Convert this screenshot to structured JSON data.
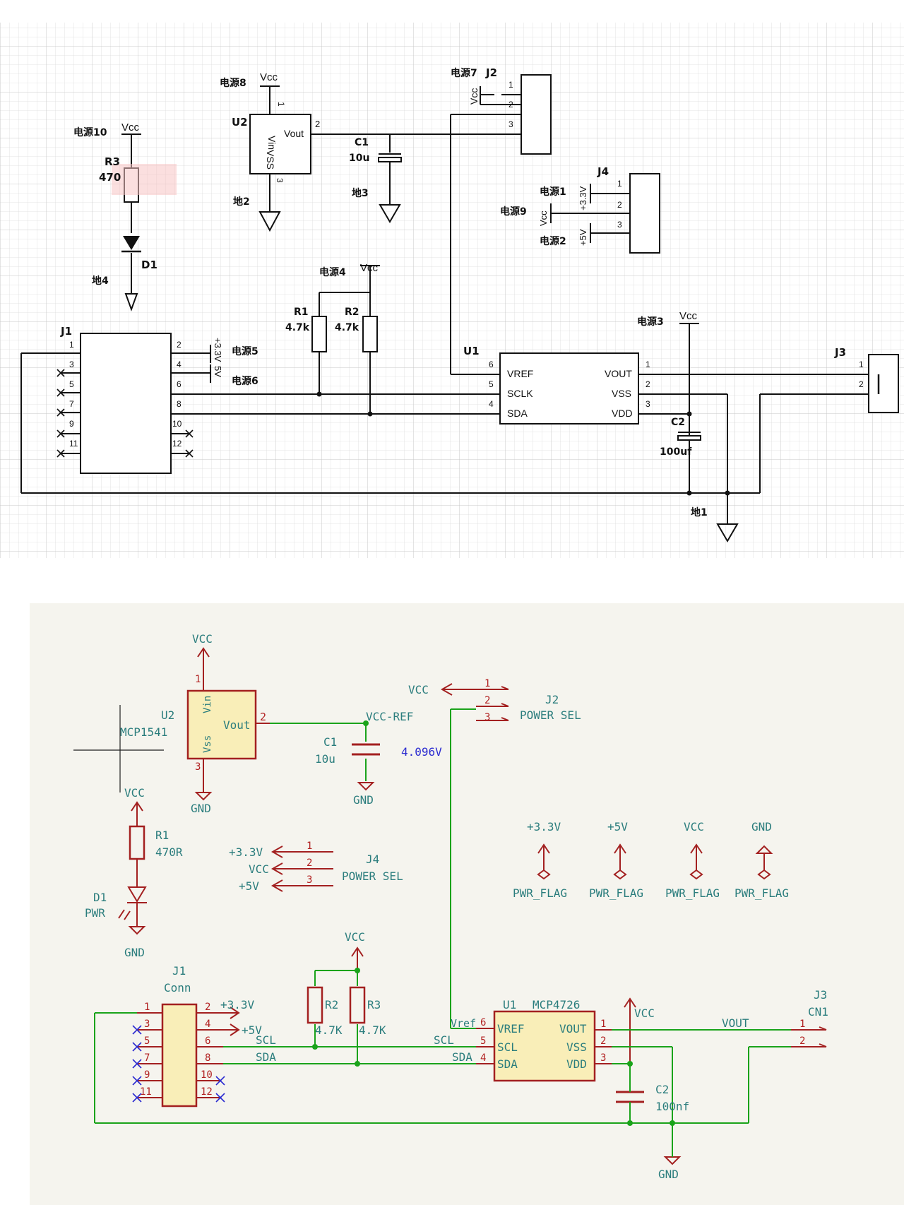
{
  "top": {
    "ports": {
      "p10": "电源10",
      "p8": "电源8",
      "p7": "电源7",
      "p1": "电源1",
      "p9": "电源9",
      "p2": "电源2",
      "p4": "电源4",
      "p5": "电源5",
      "p6": "电源6",
      "p3": "电源3",
      "g2": "地2",
      "g3": "地3",
      "g4": "地4",
      "g1": "地1"
    },
    "vcc": "Vcc",
    "u2": {
      "ref": "U2",
      "vin": "Vin",
      "vout": "Vout",
      "vss": "VSS",
      "pin1": "1",
      "pin2": "2",
      "pin3": "3"
    },
    "r3": {
      "ref": "R3",
      "value": "470"
    },
    "d1": {
      "ref": "D1"
    },
    "c1": {
      "ref": "C1",
      "value": "10u"
    },
    "j2": {
      "ref": "J2",
      "vcc": "Vcc",
      "pins": [
        "1",
        "2",
        "3"
      ]
    },
    "j4": {
      "ref": "J4",
      "v33": "+3.3V",
      "vcc": "Vcc",
      "v5": "+5V",
      "pins": [
        "1",
        "2",
        "3"
      ]
    },
    "r1": {
      "ref": "R1",
      "value": "4.7k"
    },
    "r2": {
      "ref": "R2",
      "value": "4.7k"
    },
    "j1": {
      "ref": "J1",
      "left_pins": [
        "1",
        "3",
        "5",
        "7",
        "9",
        "11"
      ],
      "right_pins": [
        "2",
        "4",
        "6",
        "8",
        "10",
        "12"
      ],
      "v33": "+3.3V",
      "v5": "5V"
    },
    "u1": {
      "ref": "U1",
      "left": [
        "VREF",
        "SCLK",
        "SDA"
      ],
      "right": [
        "VOUT",
        "VSS",
        "VDD"
      ],
      "left_nums": [
        "6",
        "5",
        "4"
      ],
      "right_nums": [
        "1",
        "2",
        "3"
      ]
    },
    "c2": {
      "ref": "C2",
      "value": "100uf"
    },
    "j3": {
      "ref": "J3",
      "pins": [
        "1",
        "2"
      ]
    }
  },
  "bottom": {
    "vcc": "VCC",
    "gnd": "GND",
    "u2": {
      "ref": "U2",
      "part": "MCP1541",
      "vin": "Vin",
      "vout": "Vout",
      "vss": "Vss",
      "pin1": "1",
      "pin2": "2",
      "pin3": "3"
    },
    "net_vccref": "VCC-REF",
    "voltage": "4.096V",
    "c1": {
      "ref": "C1",
      "value": "10u"
    },
    "j2": {
      "ref": "J2",
      "name": "POWER SEL",
      "pins": [
        "1",
        "2",
        "3"
      ]
    },
    "r1": {
      "ref": "R1",
      "value": "470R"
    },
    "d1": {
      "ref": "D1",
      "value": "PWR"
    },
    "j4": {
      "ref": "J4",
      "name": "POWER SEL",
      "pins": [
        "1",
        "2",
        "3"
      ],
      "labels": [
        "+3.3V",
        "VCC",
        "+5V"
      ]
    },
    "flags": [
      {
        "net": "+3.3V",
        "label": "PWR_FLAG"
      },
      {
        "net": "+5V",
        "label": "PWR_FLAG"
      },
      {
        "net": "VCC",
        "label": "PWR_FLAG"
      },
      {
        "net": "GND",
        "label": "PWR_FLAG"
      }
    ],
    "r2": {
      "ref": "R2",
      "value": "4.7K"
    },
    "r3": {
      "ref": "R3",
      "value": "4.7K"
    },
    "j1": {
      "ref": "J1",
      "name": "Conn",
      "left_pins": [
        "1",
        "3",
        "5",
        "7",
        "9",
        "11"
      ],
      "right_pins": [
        "2",
        "4",
        "6",
        "8",
        "10",
        "12"
      ],
      "v33": "+3.3V",
      "v5": "+5V",
      "scl": "SCL",
      "sda": "SDA"
    },
    "u1": {
      "ref": "U1",
      "part": "MCP4726",
      "left": [
        "VREF",
        "SCL",
        "SDA"
      ],
      "right": [
        "VOUT",
        "VSS",
        "VDD"
      ],
      "left_nums": [
        "6",
        "5",
        "4"
      ],
      "right_nums": [
        "1",
        "2",
        "3"
      ],
      "vref_net": "Vref",
      "scl_net": "SCL",
      "sda_net": "SDA"
    },
    "c2": {
      "ref": "C2",
      "value": "100nf"
    },
    "vout_net": "VOUT",
    "j3": {
      "ref": "J3",
      "name": "CN1",
      "pins": [
        "1",
        "2"
      ]
    }
  }
}
